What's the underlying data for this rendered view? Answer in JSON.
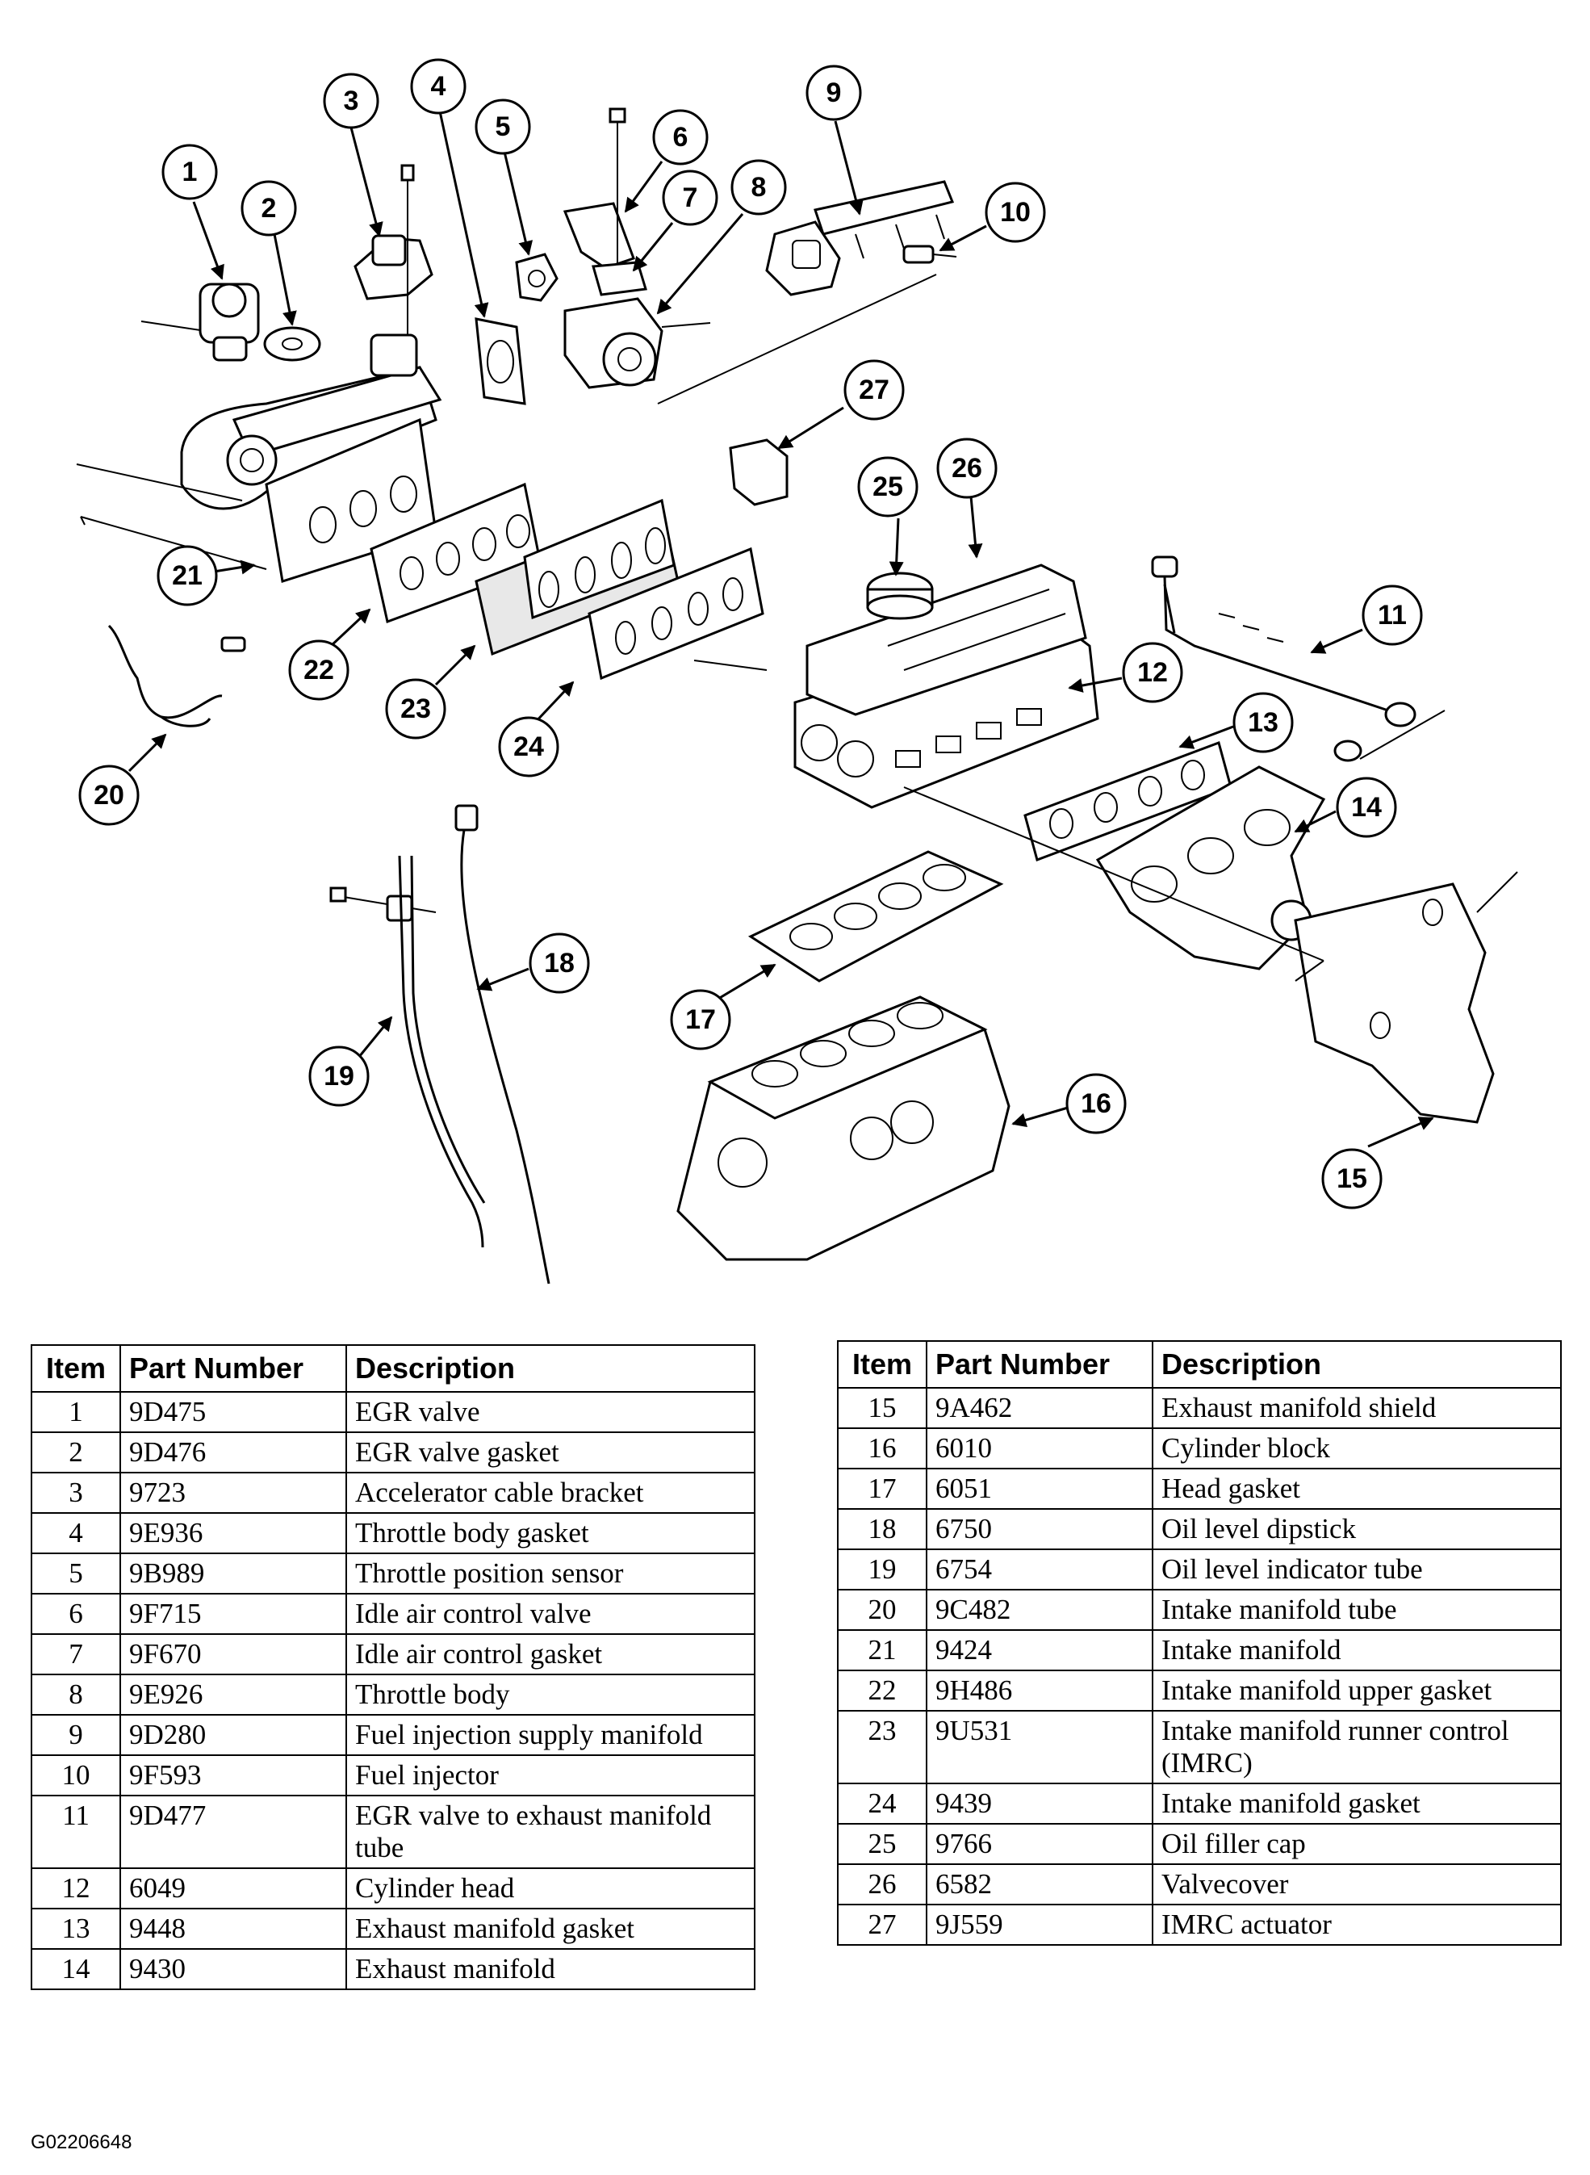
{
  "figure_code": "G02206648",
  "callouts": [
    "1",
    "2",
    "3",
    "4",
    "5",
    "6",
    "7",
    "8",
    "9",
    "10",
    "11",
    "12",
    "13",
    "14",
    "15",
    "16",
    "17",
    "18",
    "19",
    "20",
    "21",
    "22",
    "23",
    "24",
    "25",
    "26",
    "27"
  ],
  "table": {
    "headers": {
      "item": "Item",
      "part_number": "Part Number",
      "description": "Description"
    },
    "left_rows": [
      {
        "item": "1",
        "part": "9D475",
        "desc": "EGR valve"
      },
      {
        "item": "2",
        "part": "9D476",
        "desc": "EGR valve gasket"
      },
      {
        "item": "3",
        "part": "9723",
        "desc": "Accelerator cable bracket"
      },
      {
        "item": "4",
        "part": "9E936",
        "desc": "Throttle body gasket"
      },
      {
        "item": "5",
        "part": "9B989",
        "desc": "Throttle position sensor"
      },
      {
        "item": "6",
        "part": "9F715",
        "desc": "Idle air control valve"
      },
      {
        "item": "7",
        "part": "9F670",
        "desc": "Idle air control gasket"
      },
      {
        "item": "8",
        "part": "9E926",
        "desc": "Throttle body"
      },
      {
        "item": "9",
        "part": "9D280",
        "desc": "Fuel injection supply manifold"
      },
      {
        "item": "10",
        "part": "9F593",
        "desc": "Fuel injector"
      },
      {
        "item": "11",
        "part": "9D477",
        "desc": "EGR valve to exhaust manifold tube"
      },
      {
        "item": "12",
        "part": "6049",
        "desc": "Cylinder head"
      },
      {
        "item": "13",
        "part": "9448",
        "desc": "Exhaust manifold gasket"
      },
      {
        "item": "14",
        "part": "9430",
        "desc": "Exhaust manifold"
      }
    ],
    "right_rows": [
      {
        "item": "15",
        "part": "9A462",
        "desc": "Exhaust manifold shield"
      },
      {
        "item": "16",
        "part": "6010",
        "desc": "Cylinder block"
      },
      {
        "item": "17",
        "part": "6051",
        "desc": "Head gasket"
      },
      {
        "item": "18",
        "part": "6750",
        "desc": "Oil level dipstick"
      },
      {
        "item": "19",
        "part": "6754",
        "desc": "Oil level indicator tube"
      },
      {
        "item": "20",
        "part": "9C482",
        "desc": "Intake manifold tube"
      },
      {
        "item": "21",
        "part": "9424",
        "desc": "Intake manifold"
      },
      {
        "item": "22",
        "part": "9H486",
        "desc": "Intake manifold upper gasket"
      },
      {
        "item": "23",
        "part": "9U531",
        "desc": "Intake manifold runner control (IMRC)"
      },
      {
        "item": "24",
        "part": "9439",
        "desc": "Intake manifold gasket"
      },
      {
        "item": "25",
        "part": "9766",
        "desc": "Oil filler cap"
      },
      {
        "item": "26",
        "part": "6582",
        "desc": "Valvecover"
      },
      {
        "item": "27",
        "part": "9J559",
        "desc": "IMRC actuator"
      }
    ]
  }
}
